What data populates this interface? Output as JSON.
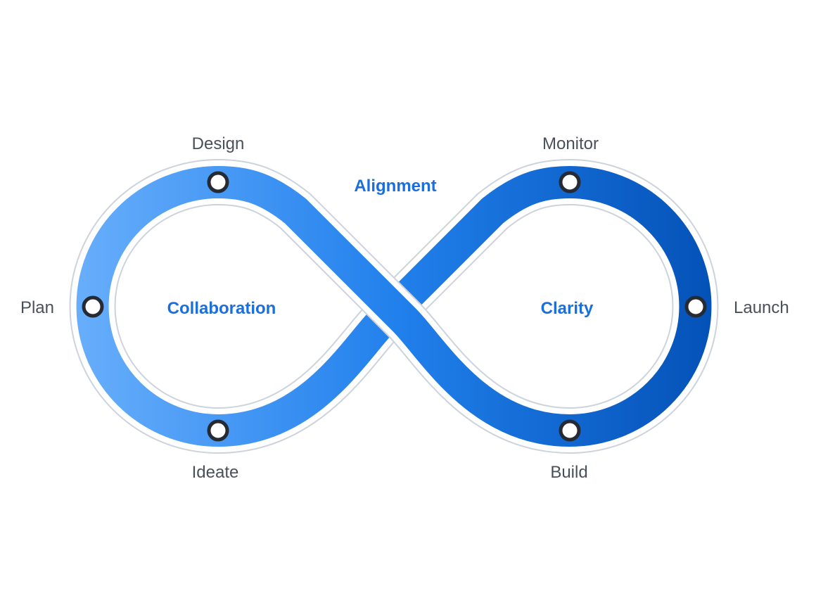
{
  "stages": {
    "design": "Design",
    "monitor": "Monitor",
    "plan": "Plan",
    "launch": "Launch",
    "ideate": "Ideate",
    "build": "Build"
  },
  "themes": {
    "alignment": "Alignment",
    "collaboration": "Collaboration",
    "clarity": "Clarity"
  },
  "colors": {
    "band_start": "#66adfb",
    "band_mid": "#2180ec",
    "band_end": "#0452b8",
    "outline": "#ccd3dc",
    "theme_text": "#1a6fdf",
    "stage_text": "#4a5059",
    "node_stroke": "#262a33"
  }
}
